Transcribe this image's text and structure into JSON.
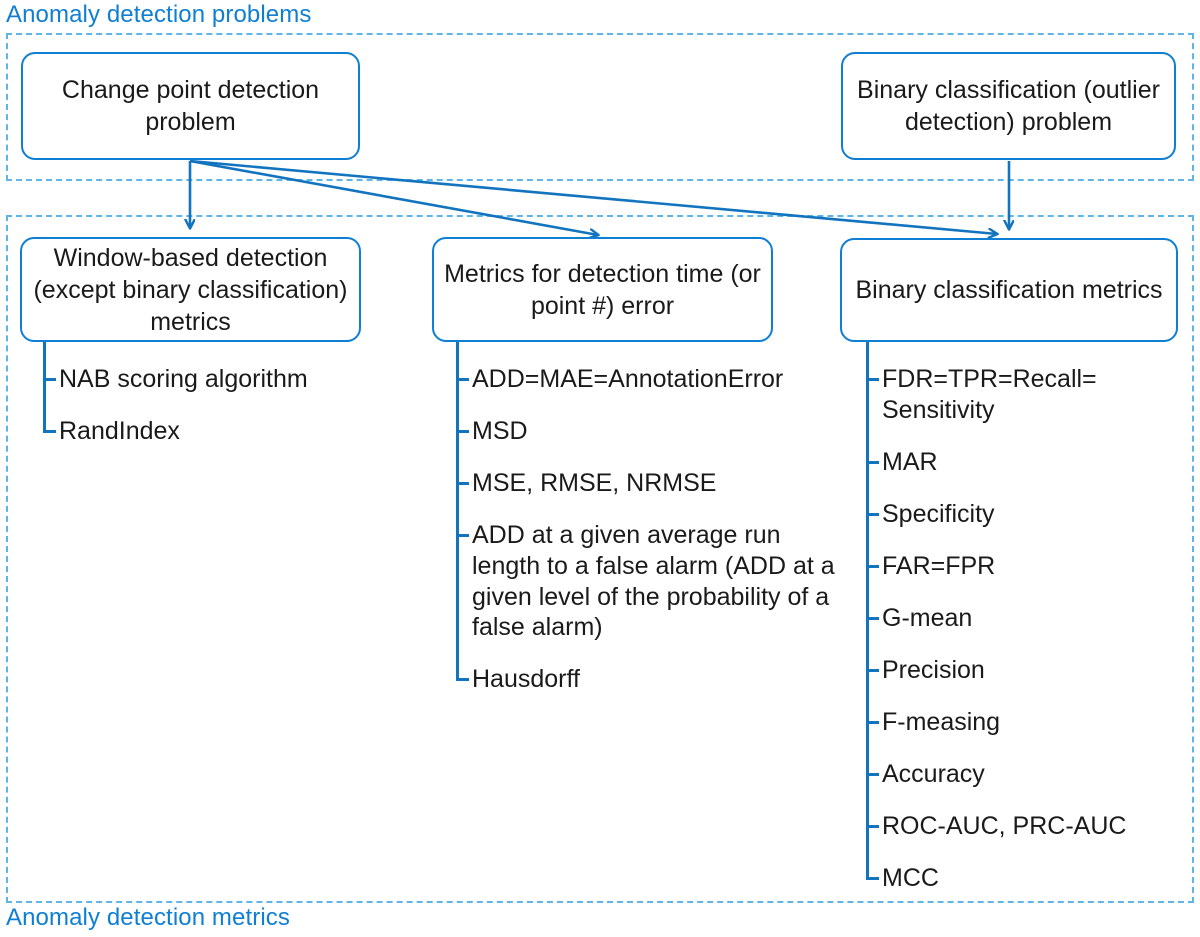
{
  "groups": {
    "problems": {
      "label": "Anomaly detection problems"
    },
    "metrics": {
      "label": "Anomaly detection metrics"
    }
  },
  "nodes": {
    "change_point_detection": {
      "title": "Change point detection problem"
    },
    "binary_classification_problem": {
      "title": "Binary classification (outlier detection) problem"
    },
    "window_based_metrics": {
      "title": "Window-based detection (except binary classification) metrics"
    },
    "detection_time_metrics": {
      "title": "Metrics for detection time (or point #) error"
    },
    "binary_classification_metrics": {
      "title": "Binary classification metrics"
    }
  },
  "lists": {
    "window_based_metrics": [
      "NAB scoring algorithm",
      "RandIndex"
    ],
    "detection_time_metrics": [
      "ADD=MAE=AnnotationError",
      "MSD",
      "MSE, RMSE, NRMSE",
      "ADD at a given average run length to a false alarm (ADD at a given level of the probability of a false alarm)",
      "Hausdorff"
    ],
    "binary_classification_metrics": [
      "FDR=TPR=Recall= Sensitivity",
      "MAR",
      "Specificity",
      "FAR=FPR",
      "G-mean",
      "Precision",
      "F-measing",
      "Accuracy",
      "ROC-AUC, PRC-AUC",
      "MCC"
    ]
  },
  "edges": [
    {
      "from": "change_point_detection",
      "to": "window_based_metrics"
    },
    {
      "from": "change_point_detection",
      "to": "detection_time_metrics"
    },
    {
      "from": "change_point_detection",
      "to": "binary_classification_metrics"
    },
    {
      "from": "binary_classification_problem",
      "to": "binary_classification_metrics"
    }
  ],
  "colors": {
    "accent": "#0f7fd4",
    "dashed_border": "#5fb4e8",
    "connector": "#1273bf",
    "text": "#1a1a1a",
    "background": "#ffffff"
  }
}
